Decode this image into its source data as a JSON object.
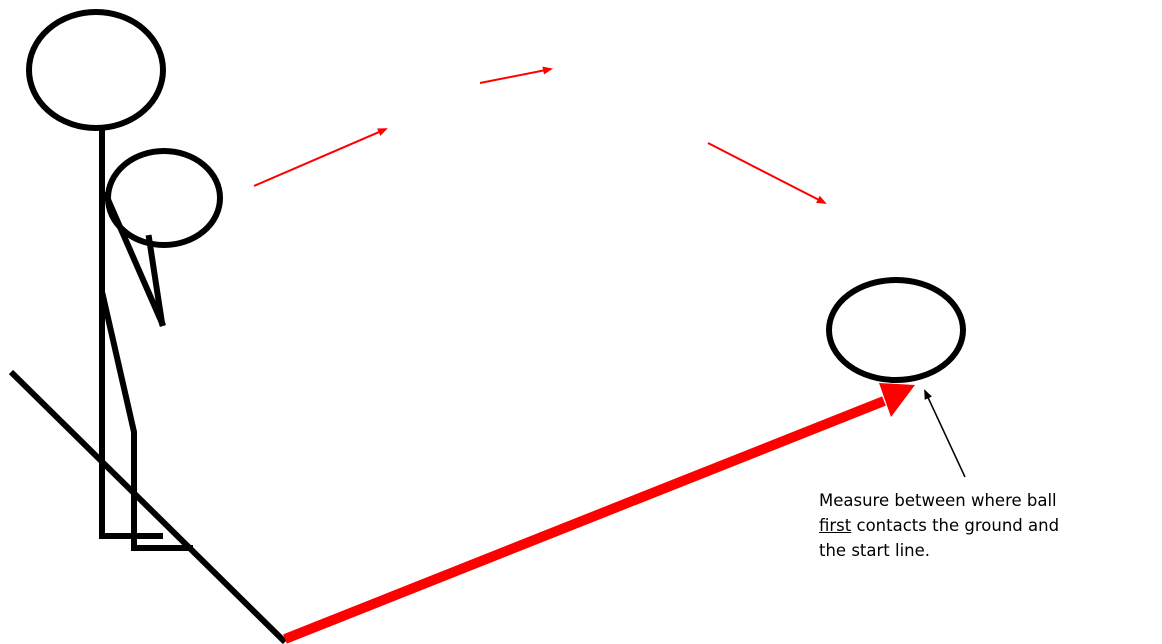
{
  "annotation": {
    "line1": "Measure between where ball",
    "line2_emphasis": "first",
    "line2_rest": " contacts the ground and",
    "line3": "the start line."
  },
  "colors": {
    "stroke": "#000000",
    "trajectory": "#ff0000",
    "background": "#ffffff"
  }
}
